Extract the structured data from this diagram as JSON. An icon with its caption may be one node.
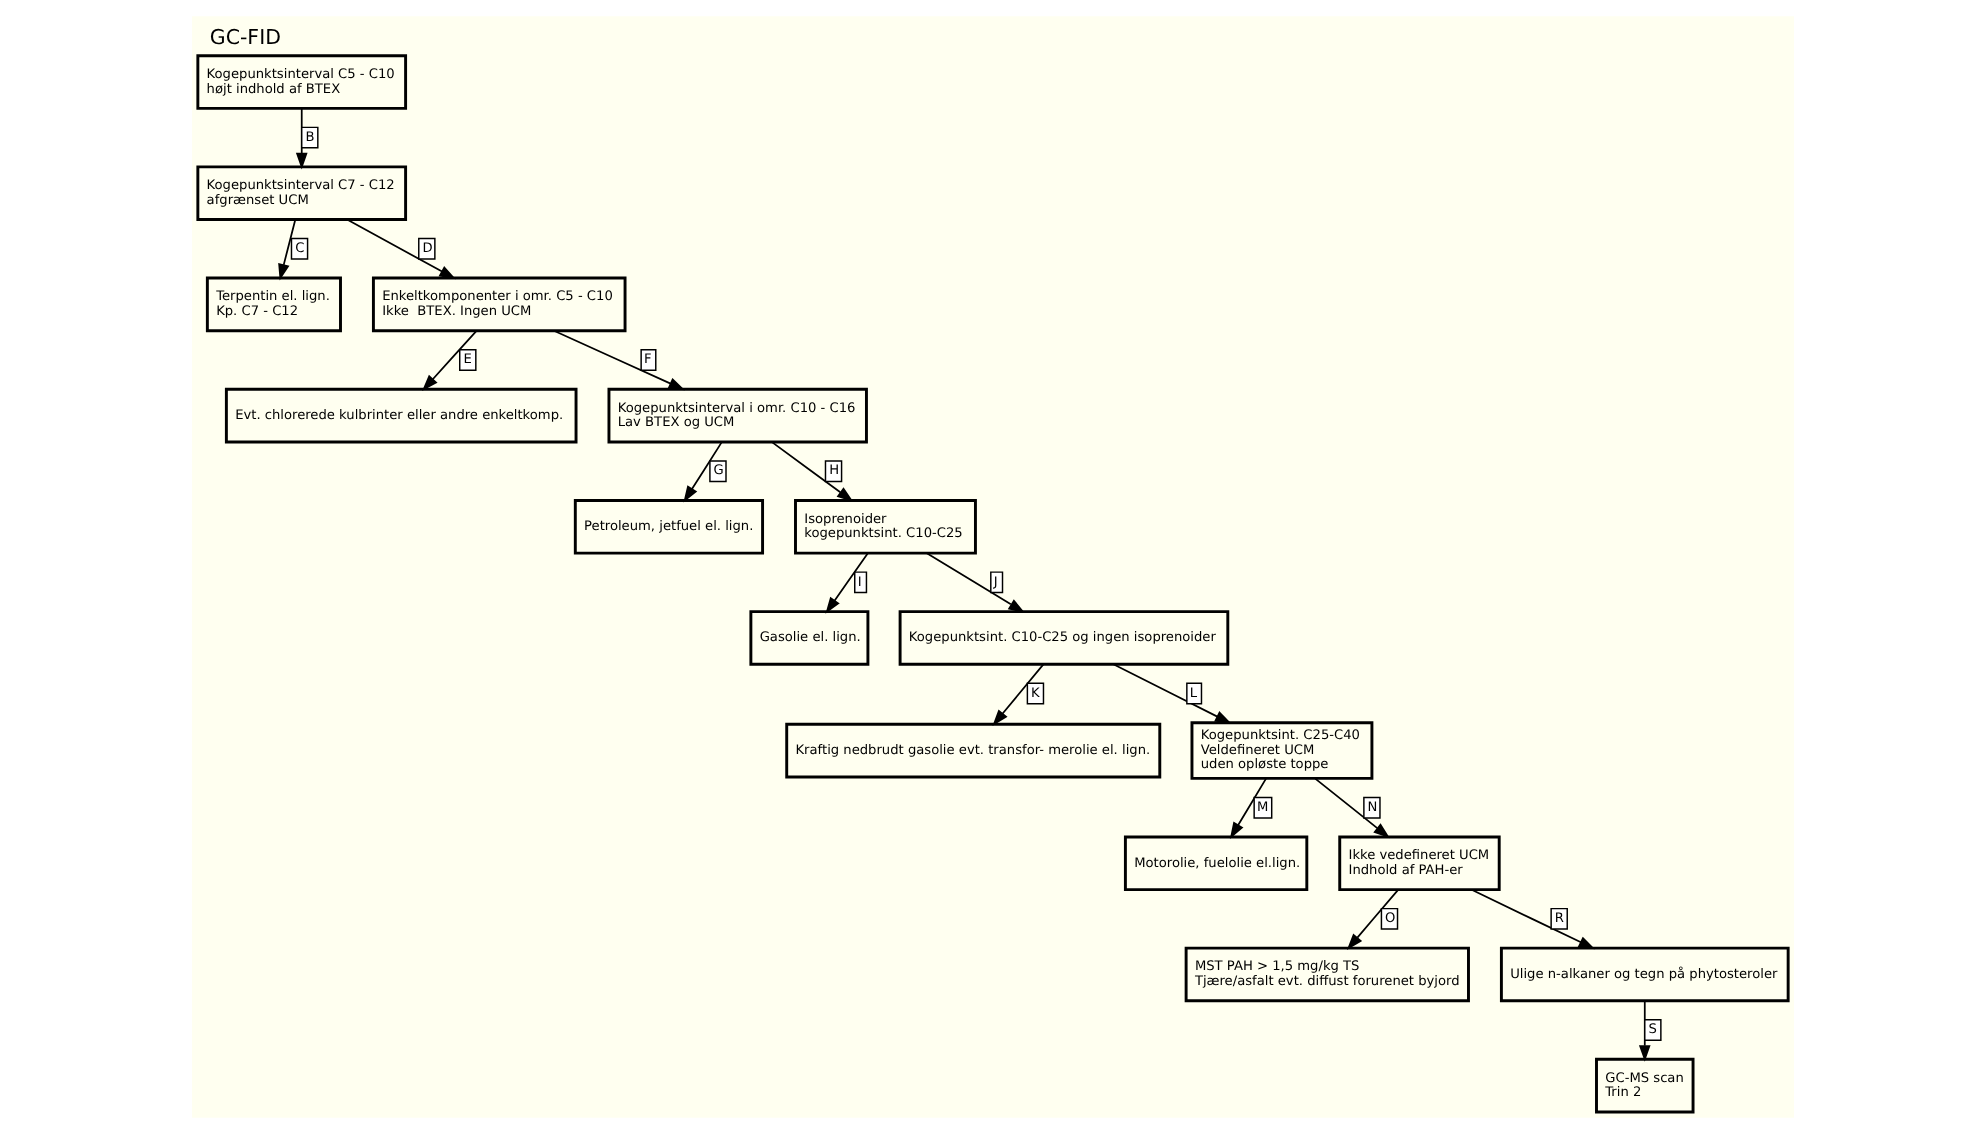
{
  "diagram": {
    "title": "GC-FID",
    "nodes": [
      {
        "text": [
          "Kogepunktsinterval C5 - C10",
          "højt indhold af BTEX"
        ]
      },
      {
        "text": [
          "Kogepunktsinterval C7 - C12",
          "afgrænset UCM"
        ]
      },
      {
        "text": [
          "Terpentin el. lign.",
          "Kp. C7 - C12"
        ]
      },
      {
        "text": [
          "Enkeltkomponenter i omr. C5 - C10",
          "Ikke  BTEX. Ingen UCM"
        ]
      },
      {
        "text": [
          "Evt. chlorerede kulbrinter eller andre enkeltkomp."
        ]
      },
      {
        "text": [
          "Kogepunktsinterval i omr. C10 - C16",
          "Lav BTEX og UCM"
        ]
      },
      {
        "text": [
          "Petroleum, jetfuel el. lign."
        ]
      },
      {
        "text": [
          "Isoprenoider",
          "kogepunktsint. C10-C25"
        ]
      },
      {
        "text": [
          "Gasolie el. lign."
        ]
      },
      {
        "text": [
          "Kogepunktsint. C10-C25 og ingen isoprenoider"
        ]
      },
      {
        "text": [
          "Kraftig nedbrudt gasolie evt. transfor- merolie el. lign."
        ]
      },
      {
        "text": [
          "Kogepunktsint. C25-C40",
          "Veldefineret UCM",
          "uden opløste toppe"
        ]
      },
      {
        "text": [
          "Motorolie, fuelolie el.lign."
        ]
      },
      {
        "text": [
          "Ikke vedefineret UCM",
          "Indhold af PAH-er"
        ]
      },
      {
        "text": [
          "MST PAH > 1,5 mg/kg TS",
          "Tjære/asfalt evt. diffust forurenet byjord"
        ]
      },
      {
        "text": [
          "Ulige n-alkaner og tegn på phytosteroler"
        ]
      },
      {
        "text": [
          "GC-MS scan",
          "Trin 2"
        ]
      }
    ],
    "edges": [
      {
        "from": 0,
        "to": 1,
        "arrow": "to",
        "label": "B"
      },
      {
        "from": 1,
        "to": 2,
        "arrow": "to",
        "label": "C"
      },
      {
        "from": 1,
        "to": 3,
        "arrow": "to",
        "label": "D"
      },
      {
        "from": 3,
        "to": 4,
        "arrow": "to",
        "label": "E"
      },
      {
        "from": 3,
        "to": 5,
        "arrow": "to",
        "label": "F"
      },
      {
        "from": 5,
        "to": 6,
        "arrow": "to",
        "label": "G"
      },
      {
        "from": 5,
        "to": 7,
        "arrow": "to",
        "label": "H"
      },
      {
        "from": 7,
        "to": 8,
        "arrow": "to",
        "label": "I"
      },
      {
        "from": 7,
        "to": 9,
        "arrow": "to",
        "label": "J"
      },
      {
        "from": 9,
        "to": 10,
        "arrow": "to",
        "label": "K"
      },
      {
        "from": 9,
        "to": 11,
        "arrow": "to",
        "label": "L"
      },
      {
        "from": 11,
        "to": 12,
        "arrow": "to",
        "label": "M"
      },
      {
        "from": 11,
        "to": 13,
        "arrow": "to",
        "label": "N"
      },
      {
        "from": 13,
        "to": 14,
        "arrow": "to",
        "label": "O"
      },
      {
        "from": 13,
        "to": 15,
        "arrow": "to",
        "label": "R"
      },
      {
        "from": 15,
        "to": 16,
        "arrow": "to",
        "label": "S"
      }
    ]
  }
}
